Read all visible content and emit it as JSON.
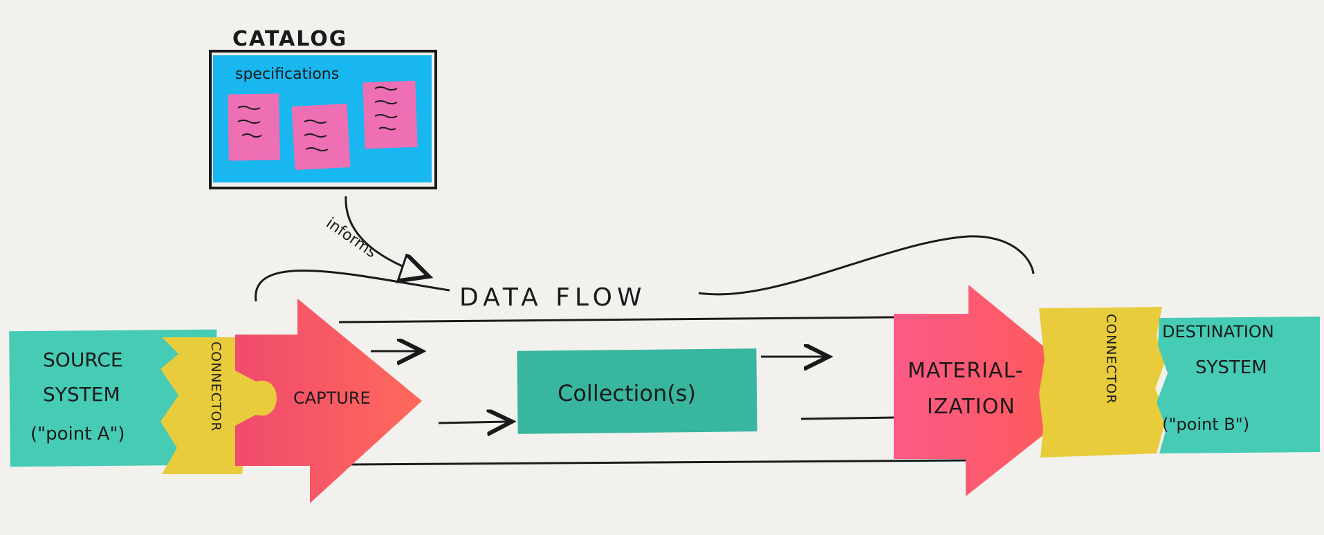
{
  "catalog": {
    "title": "CATALOG",
    "subtitle": "specifications",
    "spec_count": 3
  },
  "annotations": {
    "informs": "informs",
    "data_flow": "DATA FLOW"
  },
  "nodes": {
    "source": {
      "line1": "SOURCE",
      "line2": "SYSTEM",
      "line3": "(\"point A\")"
    },
    "connector_left": "CONNECTOR",
    "capture": "CAPTURE",
    "collections": "Collection(s)",
    "materialization": {
      "line1": "MATERIAL-",
      "line2": "IZATION"
    },
    "connector_right": "CONNECTOR",
    "destination": {
      "line1": "DESTINATION",
      "line2": "SYSTEM",
      "line3": "(\"point B\")"
    }
  },
  "colors": {
    "teal": "#46cbb4",
    "teal_dark": "#38b69e",
    "yellow": "#e8cc3b",
    "red": "#f5546f",
    "pink": "#ee6fb3",
    "cyan": "#19b7ef",
    "ink": "#1a1a1a"
  }
}
